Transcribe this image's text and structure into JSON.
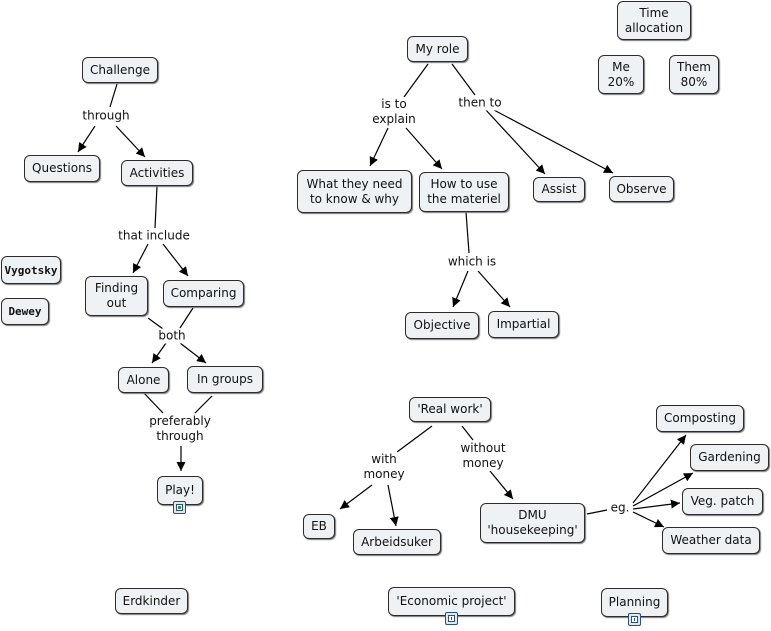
{
  "nodes": {
    "challenge": "Challenge",
    "questions": "Questions",
    "activities": "Activities",
    "finding_out": "Finding\nout",
    "comparing": "Comparing",
    "alone": "Alone",
    "in_groups": "In groups",
    "play": "Play!",
    "vygotsky": "Vygotsky",
    "dewey": "Dewey",
    "erdkinder": "Erdkinder",
    "my_role": "My role",
    "what_they_need": "What they need\nto know & why",
    "how_to_use": "How to use\nthe materiel",
    "assist": "Assist",
    "observe": "Observe",
    "objective": "Objective",
    "impartial": "Impartial",
    "time_allocation": "Time\nallocation",
    "me": "Me\n20%",
    "them": "Them\n80%",
    "real_work": "'Real work'",
    "eb": "EB",
    "arbeidsuker": "Arbeidsuker",
    "dmu": "DMU\n'housekeeping'",
    "composting": "Composting",
    "gardening": "Gardening",
    "veg_patch": "Veg. patch",
    "weather_data": "Weather data",
    "economic_project": "'Economic project'",
    "planning": "Planning"
  },
  "link_labels": {
    "through": "through",
    "that_include": "that include",
    "both": "both",
    "preferably_through": "preferably\nthrough",
    "is_to_explain": "is to\nexplain",
    "then_to": "then to",
    "which_is": "which is",
    "with_money": "with\nmoney",
    "without_money": "without\nmoney",
    "eg": "eg."
  },
  "icons": {
    "play": "image-icon",
    "economic_project": "concept-map-icon",
    "planning": "concept-map-icon"
  },
  "colors": {
    "node_fill": "#eef2f5",
    "node_border": "#2b2b2b",
    "line": "#000000"
  }
}
